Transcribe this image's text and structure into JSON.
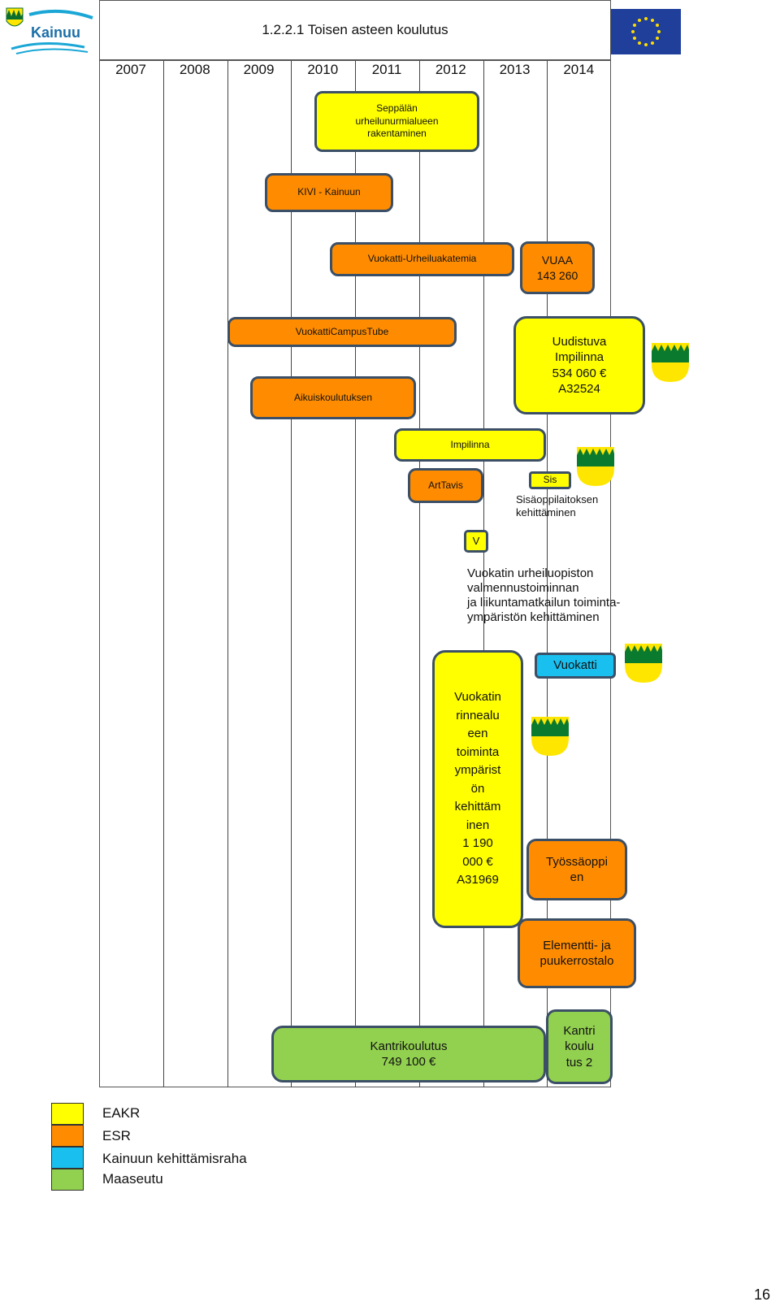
{
  "title": "1.2.2.1 Toisen asteen koulutus",
  "years": [
    "2007",
    "2008",
    "2009",
    "2010",
    "2011",
    "2012",
    "2013",
    "2014"
  ],
  "bars": [
    {
      "id": "seppala",
      "label": "Seppälän\nurheilunurmialueen\nrakentaminen",
      "fund": "EAKR"
    },
    {
      "id": "kivi",
      "label": "KIVI - Kainuun",
      "fund": "ESR"
    },
    {
      "id": "urheiluakatemia",
      "label": "Vuokatti-Urheiluakatemia",
      "fund": "ESR"
    },
    {
      "id": "vuaa",
      "label": "VUAA\n143 260",
      "fund": "ESR"
    },
    {
      "id": "campustube",
      "label": "VuokattiCampusTube",
      "fund": "ESR"
    },
    {
      "id": "uudistuva",
      "label": "Uudistuva\nImpilinna\n534 060 €\nA32524",
      "fund": "EAKR"
    },
    {
      "id": "aikuiskoulutuksen",
      "label": "Aikuiskoulutuksen",
      "fund": "ESR"
    },
    {
      "id": "impilinna",
      "label": "Impilinna",
      "fund": "EAKR"
    },
    {
      "id": "arttavis",
      "label": "ArtTavis",
      "fund": "ESR"
    },
    {
      "id": "sis",
      "label": "Sis",
      "fund": "EAKR"
    },
    {
      "id": "v",
      "label": "V",
      "fund": "EAKR"
    },
    {
      "id": "vuokatti-kk",
      "label": "Vuokatti",
      "fund": "Kainuun kehittämisraha"
    },
    {
      "id": "rinnealue",
      "label": "Vuokatin\nrinnealu\neen\ntoiminta\nympärist\nön\nkehittäm\ninen\n1 190\n000 €\nA31969",
      "fund": "EAKR"
    },
    {
      "id": "tyossaoppi",
      "label": "Työssäoppi\nen",
      "fund": "ESR"
    },
    {
      "id": "elementti",
      "label": "Elementti- ja\npuukerrostalo",
      "fund": "ESR"
    },
    {
      "id": "kantrikoulutus",
      "label": "Kantrikoulutus\n749 100 €",
      "fund": "Maaseutu"
    },
    {
      "id": "kantrikoulutus2",
      "label": "Kantri\nkoulu\ntus 2",
      "fund": "Maaseutu"
    }
  ],
  "notes": {
    "sis": "Sisäoppilaitoksen\nkehittäminen",
    "v": "Vuokatin urheiluopiston\nvalmennustoiminnan\nja liikuntamatkailun toiminta-\nympäristön kehittäminen"
  },
  "legend": [
    {
      "label": "EAKR",
      "color": "#ffff00"
    },
    {
      "label": "ESR",
      "color": "#ff8c00"
    },
    {
      "label": "Kainuun kehittämisraha",
      "color": "#19c0ef"
    },
    {
      "label": "Maaseutu",
      "color": "#92d050"
    }
  ],
  "logo_text": "Kainuu",
  "page_number": "16",
  "icons": {
    "eu_flag": "eu-flag-icon",
    "crest": "kainuu-crest-icon"
  },
  "colors": {
    "eakr": "#ffff00",
    "esr": "#ff8c00",
    "kainuu": "#19c0ef",
    "maaseutu": "#92d050",
    "border": "#3b4f66"
  }
}
